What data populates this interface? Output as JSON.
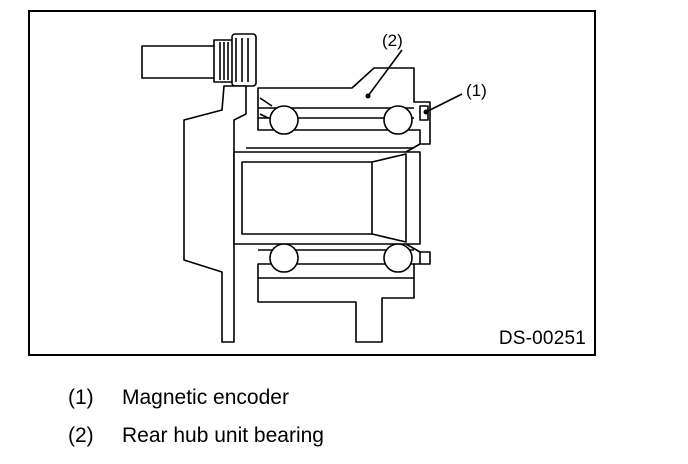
{
  "figure": {
    "code": "DS-00251",
    "callouts": [
      {
        "num": "(1)"
      },
      {
        "num": "(2)"
      }
    ]
  },
  "legend": [
    {
      "num": "(1)",
      "label": "Magnetic encoder"
    },
    {
      "num": "(2)",
      "label": "Rear hub unit bearing"
    }
  ],
  "colors": {
    "line": "#000000",
    "background": "#ffffff"
  }
}
